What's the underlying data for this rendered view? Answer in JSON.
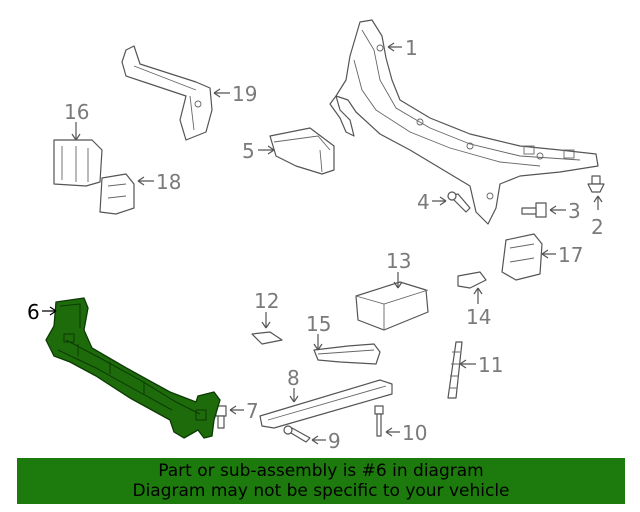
{
  "callouts": [
    "1",
    "2",
    "3",
    "4",
    "5",
    "6",
    "7",
    "8",
    "9",
    "10",
    "11",
    "12",
    "13",
    "14",
    "15",
    "16",
    "17",
    "18",
    "19"
  ],
  "selected_part": "6",
  "banner": {
    "line1": "Part or sub-assembly is #6 in diagram",
    "line2": "Diagram may not be specific to your vehicle"
  },
  "colors": {
    "highlight_part": "#1e6b0b",
    "banner_bg": "#1c7b0c",
    "line": "#555555",
    "label": "#7a7a7a"
  }
}
